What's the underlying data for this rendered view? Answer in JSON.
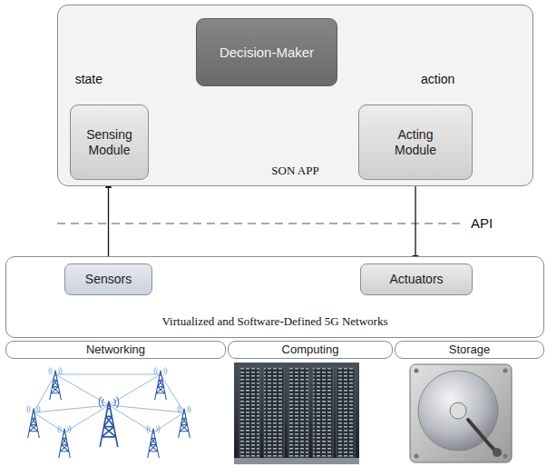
{
  "diagram": {
    "nodes": [
      {
        "text": [
          "SON APP"
        ]
      },
      {
        "text": [
          "Decision-Maker"
        ],
        "in": 0
      },
      {
        "text": [
          "Sensing Module"
        ],
        "in": 0
      },
      {
        "text": [
          "Acting Module"
        ],
        "in": 0
      },
      {
        "text": [
          "Virtualized and Software-Defined 5G Networks"
        ]
      },
      {
        "text": [
          "Sensors"
        ],
        "in": 4
      },
      {
        "text": [
          "Actuators"
        ],
        "in": 4
      },
      {
        "text": [
          "Networking"
        ]
      },
      {
        "text": [
          "Computing"
        ]
      },
      {
        "text": [
          "Storage"
        ]
      }
    ],
    "edges": [
      {
        "from": 2,
        "to": 1,
        "arrow": "to",
        "label": "state"
      },
      {
        "from": 1,
        "to": 3,
        "arrow": "to",
        "label": "action"
      },
      {
        "from": 5,
        "to": 2,
        "arrow": "to"
      },
      {
        "from": 3,
        "to": 6,
        "arrow": "to"
      }
    ],
    "labels": [
      "API"
    ]
  }
}
